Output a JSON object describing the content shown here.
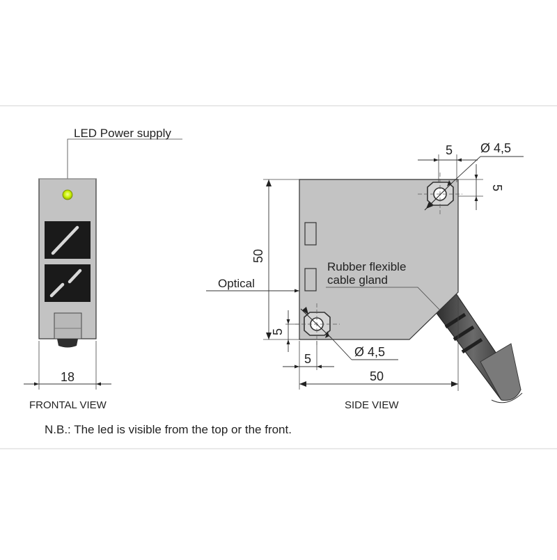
{
  "colors": {
    "background": "#ffffff",
    "frame": "#e2e2e2",
    "housing": "#c3c3c3",
    "lens_window": "#1a1a1a",
    "led": "#c8f000",
    "cable": "#3a3a3a"
  },
  "frontal_view": {
    "led_label": "LED Power supply",
    "width_dim": "18",
    "caption": "FRONTAL VIEW"
  },
  "side_view": {
    "height_dim": "50",
    "width_dim": "50",
    "hole_top_x_dim": "5",
    "hole_top_y_dim": "5",
    "hole_top_dia": "Ø 4,5",
    "hole_bottom_y_dim": "5",
    "hole_bottom_x_dim": "5",
    "hole_bottom_dia": "Ø 4,5",
    "optical_label": "Optical",
    "gland_label_line1": "Rubber flexible",
    "gland_label_line2": "cable gland",
    "caption": "SIDE VIEW"
  },
  "note": "N.B.: The led is visible from the top or the front."
}
